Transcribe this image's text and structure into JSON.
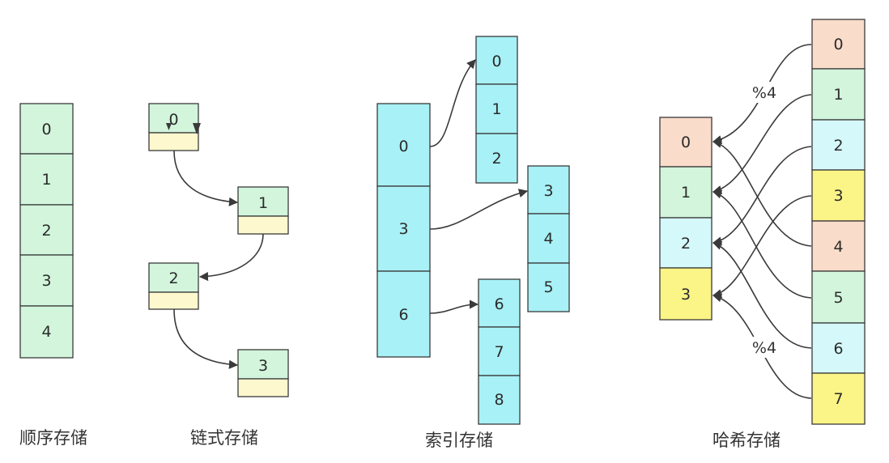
{
  "colors": {
    "green": "#d2f5dc",
    "cyan": "#a8f1f6",
    "lightcyan": "#d5f8fa",
    "cream": "#fdf8cd",
    "peach": "#f9dcca",
    "yellow": "#fbf486",
    "line": "#3a3a3a"
  },
  "sequential": {
    "caption": "顺序存储",
    "cells": [
      "0",
      "1",
      "2",
      "3",
      "4"
    ]
  },
  "linked": {
    "caption": "链式存储",
    "nodes": [
      "0",
      "1",
      "2",
      "3"
    ]
  },
  "indexed": {
    "caption": "索引存储",
    "index": [
      "0",
      "3",
      "6"
    ],
    "blocks": [
      [
        "0",
        "1",
        "2"
      ],
      [
        "3",
        "4",
        "5"
      ],
      [
        "6",
        "7",
        "8"
      ]
    ]
  },
  "hash": {
    "caption": "哈希存储",
    "mod_label": "%4",
    "buckets": [
      "0",
      "1",
      "2",
      "3"
    ],
    "keys": [
      "0",
      "1",
      "2",
      "3",
      "4",
      "5",
      "6",
      "7"
    ]
  }
}
